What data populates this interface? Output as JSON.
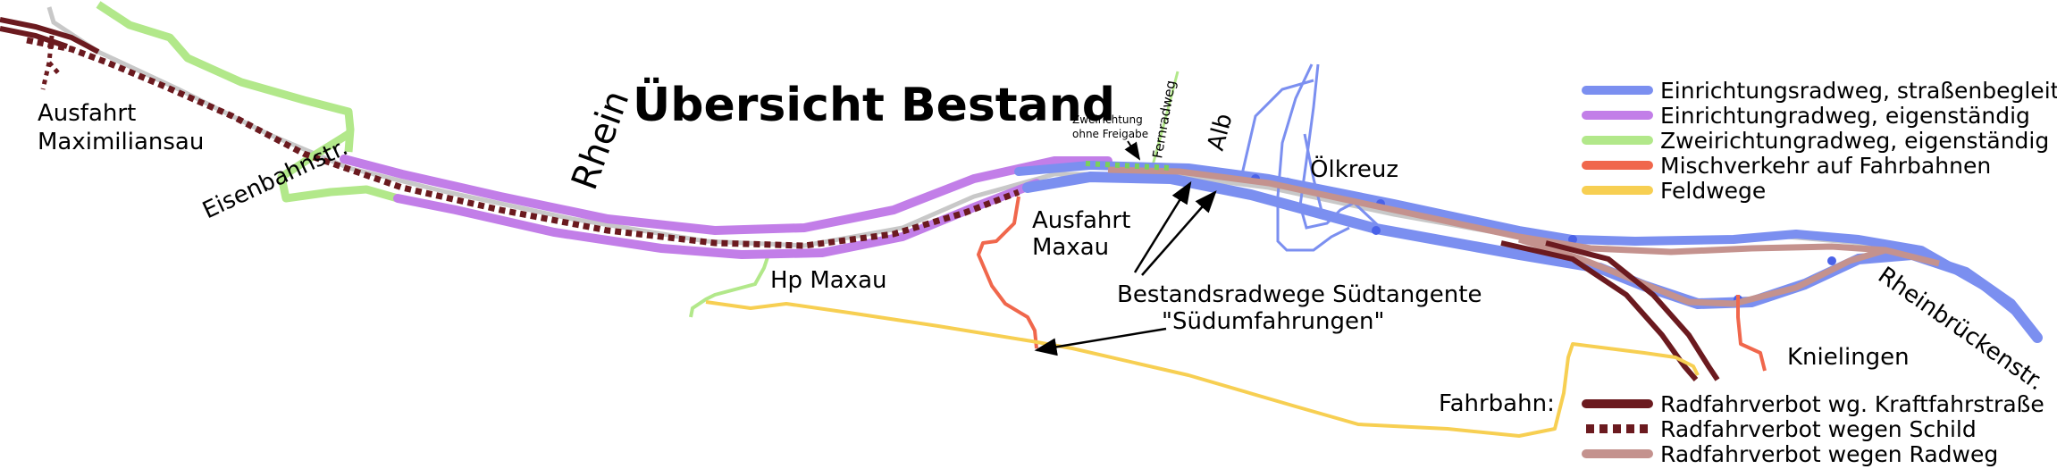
{
  "title": "Übersicht Bestand",
  "labels": {
    "ausfahrt_maximiliansau": [
      "Ausfahrt",
      "Maximiliansau"
    ],
    "eisenbahnstr": "Eisenbahnstr.",
    "rhein": "Rhein",
    "hp_maxau": "Hp  Maxau",
    "ausfahrt_maxau": [
      "Ausfahrt",
      "Maxau"
    ],
    "zweirichtung_ohne_freigabe": [
      "Zweirichtung",
      "ohne  Freigabe"
    ],
    "fernradweg": "Fernradweg",
    "alb": "Alb",
    "oelkreuz": "Ölkreuz",
    "bestandsradwege": [
      "Bestandsradwege Südtangente",
      "\"Südumfahrungen\""
    ],
    "rheinbrueckenstr": "Rheinbrückenstr.",
    "knielingen": "Knielingen",
    "fahrbahn": "Fahrbahn:"
  },
  "legend": [
    {
      "label": "Einrichtungsradweg, straßenbegleit.",
      "color": "#7b8ff0",
      "style": "solid"
    },
    {
      "label": "Einrichtungradweg, eigenständig",
      "color": "#c27ee8",
      "style": "solid"
    },
    {
      "label": "Zweirichtungradweg, eigenständig",
      "color": "#b2e88a",
      "style": "solid"
    },
    {
      "label": "Mischverkehr auf Fahrbahnen",
      "color": "#f0674c",
      "style": "solid"
    },
    {
      "label": "Feldwege",
      "color": "#f7cf52",
      "style": "solid"
    }
  ],
  "legend_fahrbahn": [
    {
      "label": "Radfahrverbot wg. Kraftfahrstraße",
      "color": "#6b1a1f",
      "style": "solid"
    },
    {
      "label": "Radfahrverbot wegen Schild",
      "color": "#6b1a1f",
      "style": "dotted"
    },
    {
      "label": "Radfahrverbot wegen Radweg",
      "color": "#c4928e",
      "style": "solid"
    }
  ],
  "colors": {
    "einrichtung_strassen": "#7b8ff0",
    "einrichtung_eigen": "#c27ee8",
    "zweirichtung": "#b2e88a",
    "mischverkehr": "#f0674c",
    "feldwege": "#f7cf52",
    "kraftfahrstrasse": "#6b1a1f",
    "radweg_verbot": "#c4928e",
    "road_grey": "#c8c8c8"
  }
}
